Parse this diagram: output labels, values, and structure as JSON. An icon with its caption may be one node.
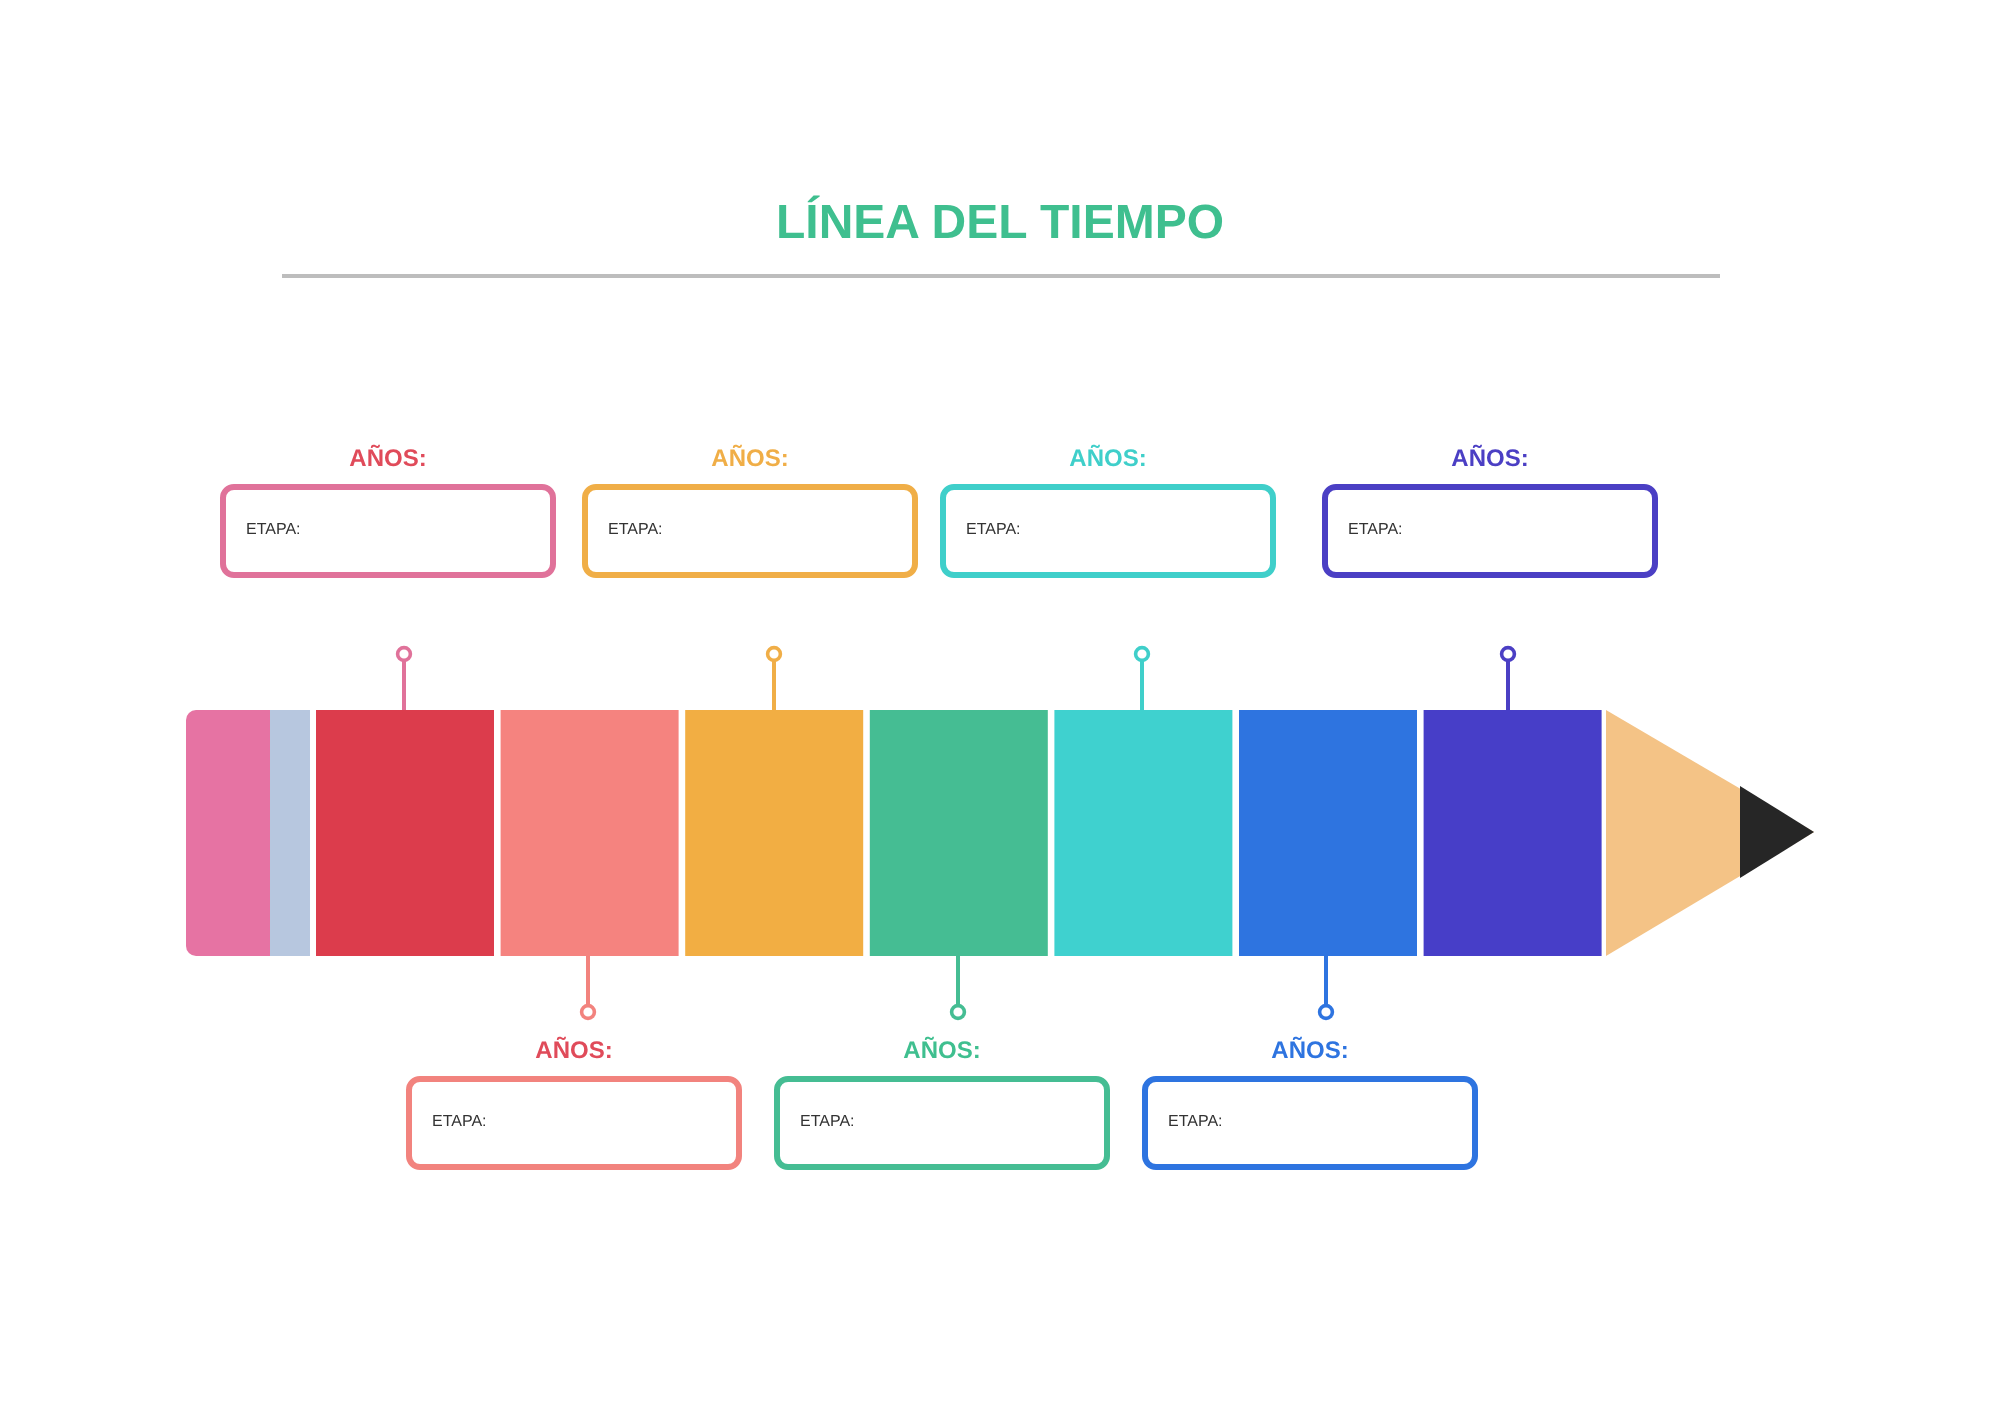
{
  "diagram": {
    "title": "LÍNEA DEL TIEMPO",
    "nodes": [
      {
        "text": [
          "AÑOS:",
          "ETAPA:"
        ]
      },
      {
        "text": [
          "AÑOS:",
          "ETAPA:"
        ]
      },
      {
        "text": [
          "AÑOS:",
          "ETAPA:"
        ]
      },
      {
        "text": [
          "AÑOS:",
          "ETAPA:"
        ]
      },
      {
        "text": [
          "AÑOS:",
          "ETAPA:"
        ]
      },
      {
        "text": [
          "AÑOS:",
          "ETAPA:"
        ]
      },
      {
        "text": [
          "AÑOS:",
          "ETAPA:"
        ]
      }
    ]
  }
}
